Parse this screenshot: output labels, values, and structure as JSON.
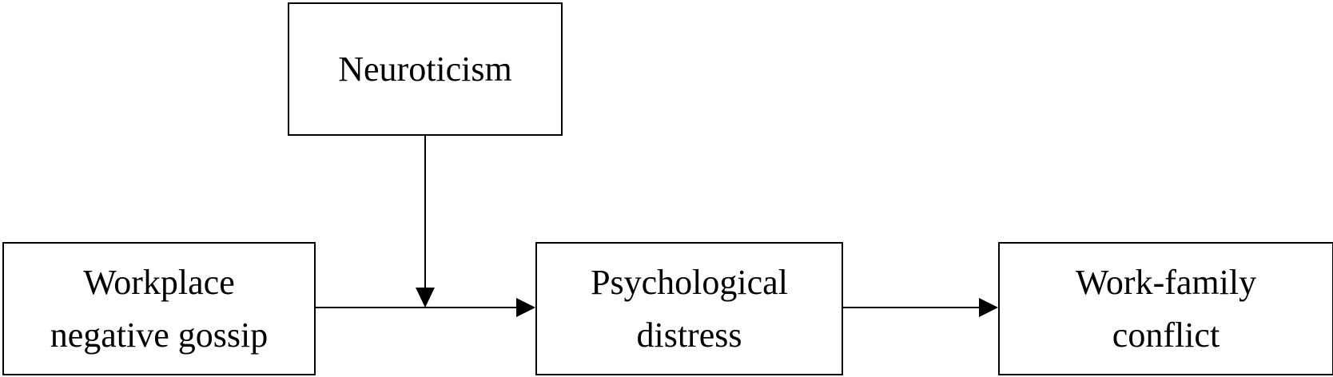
{
  "diagram": {
    "nodes": {
      "neuroticism": {
        "lines": [
          "Neuroticism"
        ]
      },
      "gossip": {
        "lines": [
          "Workplace",
          "negative gossip"
        ]
      },
      "distress": {
        "lines": [
          "Psychological",
          "distress"
        ]
      },
      "wfc": {
        "lines": [
          "Work-family",
          "conflict"
        ]
      }
    },
    "edges": [
      {
        "from": "gossip",
        "to": "distress",
        "type": "direct"
      },
      {
        "from": "distress",
        "to": "wfc",
        "type": "direct"
      },
      {
        "from": "neuroticism",
        "to": "gossip->distress",
        "type": "moderation"
      }
    ],
    "colors": {
      "stroke": "#000000",
      "fill": "#ffffff",
      "text": "#000000"
    }
  }
}
